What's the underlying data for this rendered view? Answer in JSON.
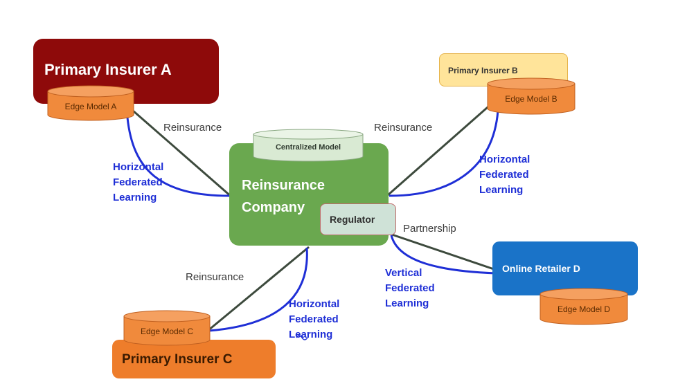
{
  "nodes": {
    "primary_insurer_a": {
      "label": "Primary Insurer A",
      "color": "#8e0a0a"
    },
    "primary_insurer_b": {
      "label": "Primary Insurer B",
      "color": "#ffe49a"
    },
    "primary_insurer_c": {
      "label": "Primary Insurer C",
      "color": "#ee7d2b"
    },
    "online_retailer_d": {
      "label": "Online Retailer D",
      "color": "#1a73c8"
    },
    "reinsurance_company": {
      "label_line1": "Reinsurance",
      "label_line2": "Company",
      "color": "#6aa84f"
    },
    "regulator": {
      "label": "Regulator",
      "color": "#cfe2d7"
    },
    "centralized_model": {
      "label": "Centralized Model",
      "color": "#d9ead3"
    }
  },
  "edge_models": {
    "a": {
      "label": "Edge Model A",
      "color": "#f08a3c"
    },
    "b": {
      "label": "Edge Model B",
      "color": "#f08a3c"
    },
    "c": {
      "label": "Edge Model C",
      "color": "#f08a3c"
    },
    "d": {
      "label": "Edge Model D",
      "color": "#f08a3c"
    }
  },
  "relations": {
    "reinsurance_a": "Reinsurance",
    "reinsurance_b": "Reinsurance",
    "reinsurance_c": "Reinsurance",
    "partnership_d": "Partnership"
  },
  "federated_labels": {
    "a": [
      "Horizontal",
      "Federated",
      "Learning"
    ],
    "b": [
      "Horizontal",
      "Federated",
      "Learning"
    ],
    "c": [
      "Horizontal",
      "Federated",
      "Learning"
    ],
    "d": [
      "Vertical",
      "Federated",
      "Learning"
    ]
  },
  "colors": {
    "relation_line": "#3d4a3d",
    "federated_line": "#1f2fd6"
  }
}
